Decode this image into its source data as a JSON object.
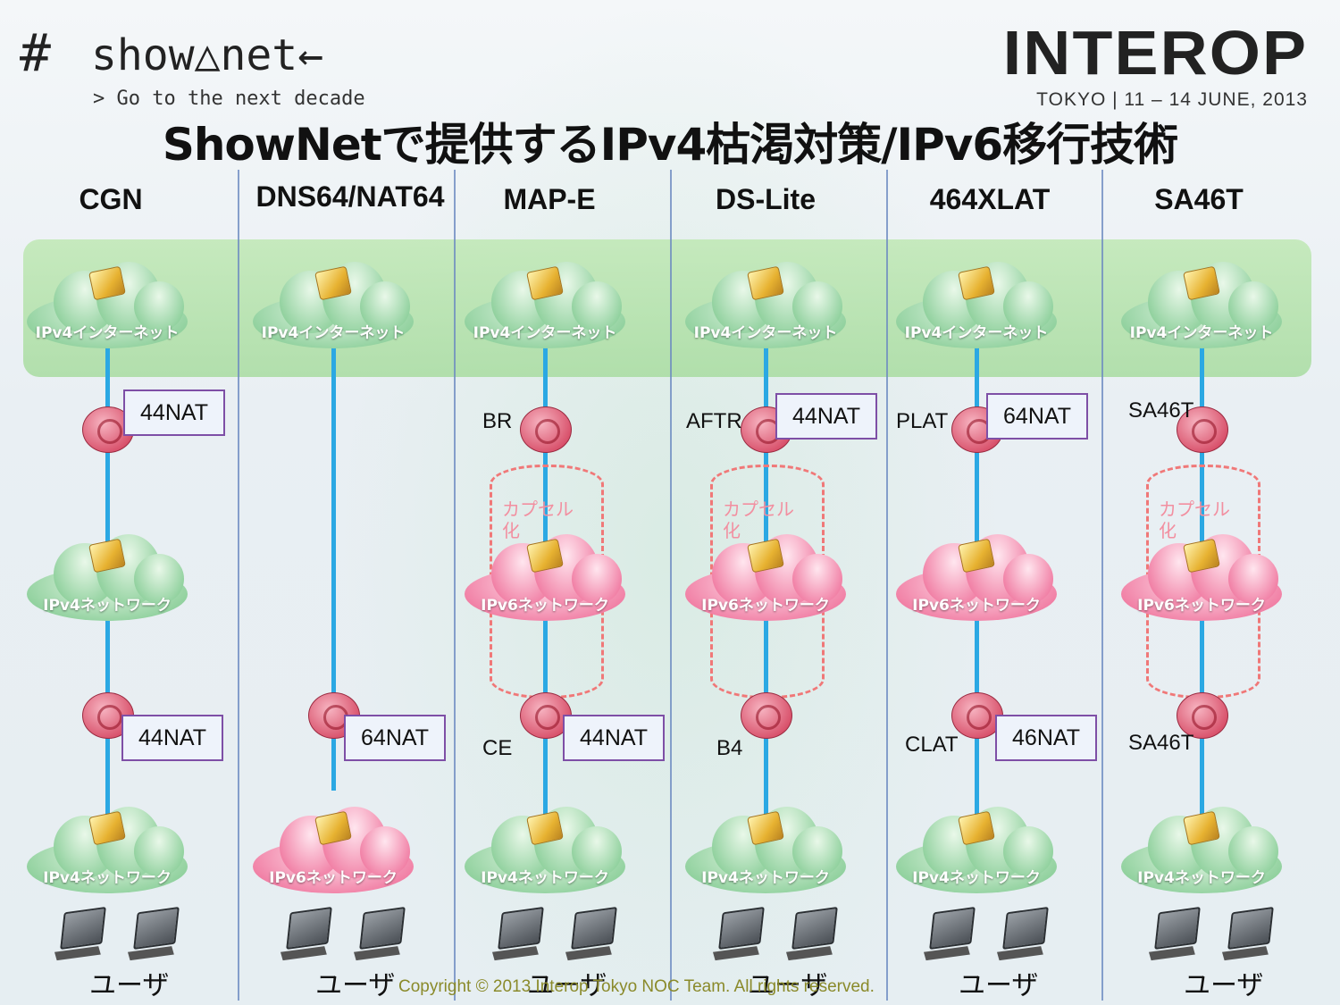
{
  "logo": {
    "hash": "#",
    "name": "show△net←",
    "tagline": "> Go to the next decade"
  },
  "brand": {
    "name": "INTEROP",
    "subtitle": "TOKYO | 11 – 14 JUNE, 2013"
  },
  "title": "ShowNetで提供するIPv4枯渇対策/IPv6移行技術",
  "columns": [
    {
      "name": "CGN",
      "top_cloud": "IPv4インターネット",
      "upper_label": "",
      "upper_nat": "44NAT",
      "mid_cloud": "IPv4ネットワーク",
      "encap_label": "",
      "lower_label": "",
      "lower_nat": "44NAT",
      "bottom_cloud": "IPv4ネットワーク",
      "user": "ユーザ"
    },
    {
      "name": "DNS64/NAT64",
      "top_cloud": "IPv4インターネット",
      "upper_label": "",
      "upper_nat": "",
      "mid_cloud": "",
      "encap_label": "",
      "lower_label": "",
      "lower_nat": "64NAT",
      "bottom_cloud": "IPv6ネットワーク",
      "user": "ユーザ"
    },
    {
      "name": "MAP-E",
      "top_cloud": "IPv4インターネット",
      "upper_label": "BR",
      "upper_nat": "",
      "mid_cloud": "IPv6ネットワーク",
      "encap_label": "カプセル化",
      "lower_label": "CE",
      "lower_nat": "44NAT",
      "bottom_cloud": "IPv4ネットワーク",
      "user": "ユーザ"
    },
    {
      "name": "DS-Lite",
      "top_cloud": "IPv4インターネット",
      "upper_label": "AFTR",
      "upper_nat": "44NAT",
      "mid_cloud": "IPv6ネットワーク",
      "encap_label": "カプセル化",
      "lower_label": "B4",
      "lower_nat": "",
      "bottom_cloud": "IPv4ネットワーク",
      "user": "ユーザ"
    },
    {
      "name": "464XLAT",
      "top_cloud": "IPv4インターネット",
      "upper_label": "PLAT",
      "upper_nat": "64NAT",
      "mid_cloud": "IPv6ネットワーク",
      "encap_label": "",
      "lower_label": "CLAT",
      "lower_nat": "46NAT",
      "bottom_cloud": "IPv4ネットワーク",
      "user": "ユーザ"
    },
    {
      "name": "SA46T",
      "top_cloud": "IPv4インターネット",
      "upper_label": "SA46T",
      "upper_nat": "",
      "mid_cloud": "IPv6ネットワーク",
      "encap_label": "カプセル化",
      "lower_label": "SA46T",
      "lower_nat": "",
      "bottom_cloud": "IPv4ネットワーク",
      "user": "ユーザ"
    }
  ],
  "copyright": "Copyright © 2013 Interop Tokyo NOC Team. All rights reserved.",
  "colors": {
    "arrow": "#2ba8e3",
    "band": "#a8dca0",
    "nat_border": "#7e4fa6",
    "encap": "#f07878"
  }
}
